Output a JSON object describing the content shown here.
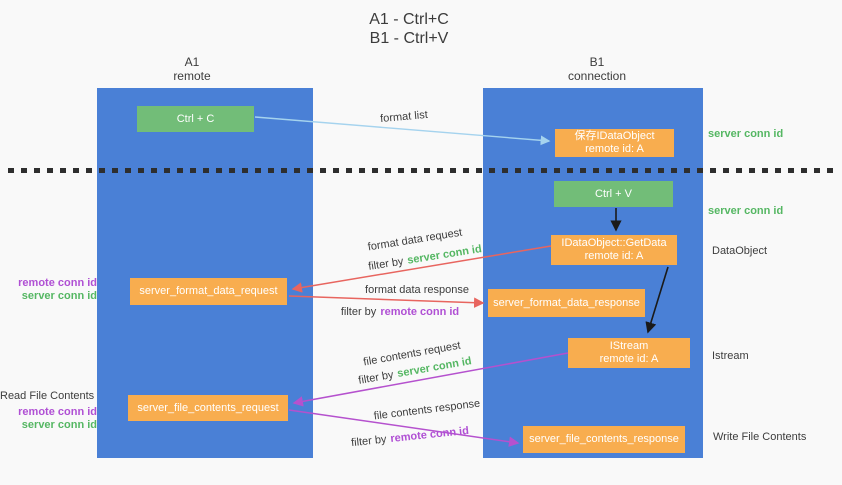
{
  "title": {
    "line1": "A1 - Ctrl+C",
    "line2": "B1 - Ctrl+V"
  },
  "lanes": {
    "a": {
      "id": "A1",
      "name": "remote"
    },
    "b": {
      "id": "B1",
      "name": "connection"
    }
  },
  "nodes": {
    "ctrl_c": "Ctrl + C",
    "save_idataobject": {
      "line1": "保存IDataObject",
      "line2": "remote id: A"
    },
    "ctrl_v": "Ctrl + V",
    "getdata": {
      "line1": "IDataObject::GetData",
      "line2": "remote id: A"
    },
    "format_request": "server_format_data_request",
    "format_response": "server_format_data_response",
    "istream": {
      "line1": "IStream",
      "line2": "remote id: A"
    },
    "file_request": "server_file_contents_request",
    "file_response": "server_file_contents_response"
  },
  "edge_labels": {
    "format_list": "format list",
    "format_data_request": "format data request",
    "filter_server_1": {
      "prefix": "filter by",
      "value": "server conn id"
    },
    "format_data_response": "format data response",
    "filter_remote_1": {
      "prefix": "filter by",
      "value": "remote conn id"
    },
    "file_contents_request": "file contents request",
    "filter_server_2": {
      "prefix": "filter by",
      "value": "server conn id"
    },
    "file_contents_response": "file contents response",
    "filter_remote_2": {
      "prefix": "filter by",
      "value": "remote conn id"
    }
  },
  "side_labels": {
    "server_conn_id_top": "server conn id",
    "server_conn_id_mid": "server conn id",
    "dataobject": "DataObject",
    "istream": "Istream",
    "write_file_contents": "Write File Contents",
    "read_file_contents": "Read File Contents",
    "left_mid": {
      "remote": "remote conn id",
      "server": "server conn id"
    },
    "left_bottom": {
      "remote": "remote conn id",
      "server": "server conn id"
    }
  },
  "colors": {
    "lane_blue": "#4a80d6",
    "node_orange": "#f8ad4f",
    "node_green": "#72bd78",
    "text_green": "#55b763",
    "text_purple": "#b050d4",
    "arrow_red": "#e8655f",
    "arrow_purple": "#b551ce",
    "arrow_light_blue": "#a5d3ee",
    "arrow_black": "#1a1a1a"
  }
}
